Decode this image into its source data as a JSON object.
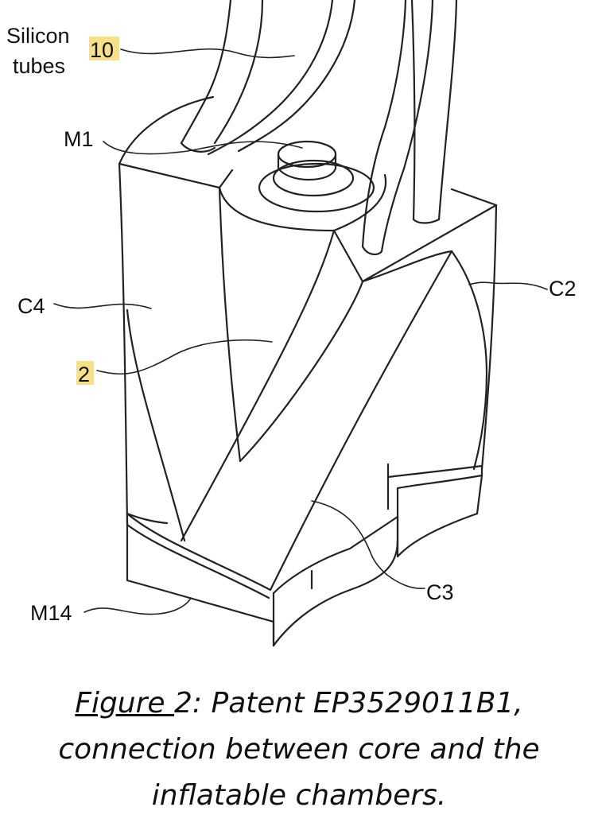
{
  "figure": {
    "labels": {
      "silicon_line1": "Silicon",
      "silicon_line2": "tubes",
      "ref_10": "10",
      "m1": "M1",
      "c4": "C4",
      "ref_2": "2",
      "c2": "C2",
      "c3": "C3",
      "m14": "M14"
    },
    "highlight_color": "#f7e08a"
  },
  "caption": {
    "figure_word": "Figure ",
    "line1_rest": "2: Patent EP3529011B1,",
    "line2": "connection between core and the",
    "line3": "inflatable chambers."
  }
}
